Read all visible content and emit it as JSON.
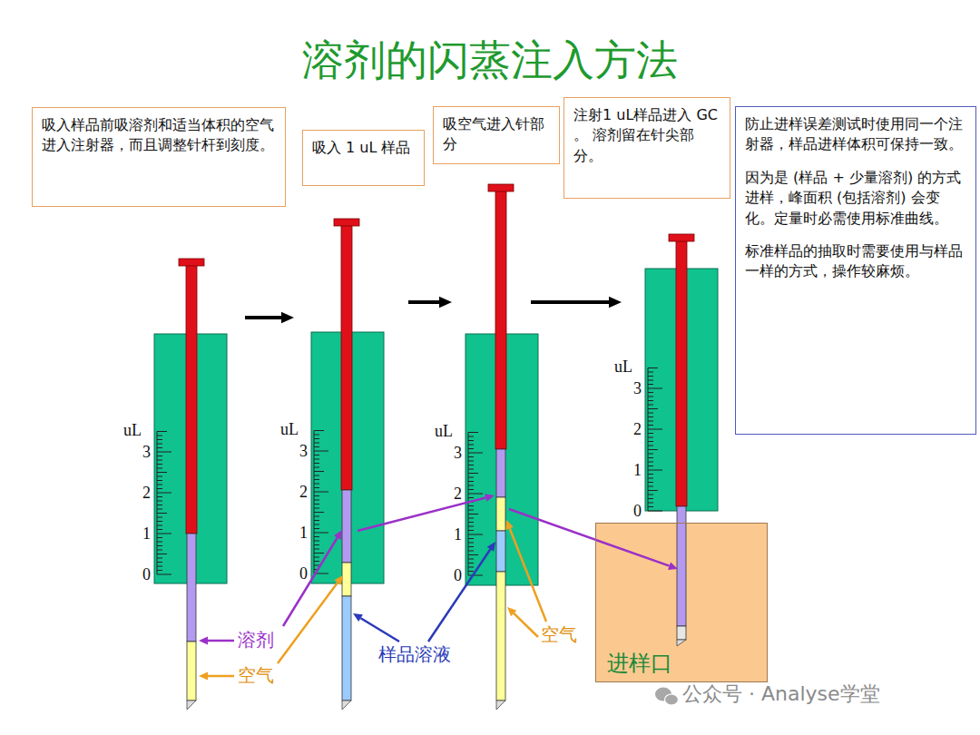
{
  "diagram": {
    "title": "溶剂的闪蒸注入方法",
    "nodes": [
      {
        "text": [
          "吸入样品前吸溶剂和适当体积的空气进入注射器，而且调整针杆到刻度。"
        ]
      },
      {
        "text": [
          "吸入 1 uL 样品"
        ]
      },
      {
        "text": [
          "吸空气进入针部分"
        ]
      },
      {
        "text": [
          "注射1 uL样品进入 GC 。 溶剂留在针尖部分。"
        ]
      },
      {
        "text": [
          "防止进样误差测试时使用同一个注射器，样品进样体积可保持一致。",
          "因为是 (样品 + 少量溶剂) 的方式进样，峰面积 (包括溶剂) 会变化。定量时必需使用标准曲线。",
          "标准样品的抽取时需要使用与样品一样的方式，操作较麻烦。"
        ]
      },
      {
        "text": [
          "进样口"
        ]
      }
    ],
    "labels": [
      "uL",
      "3",
      "2",
      "1",
      "0",
      "uL",
      "3",
      "2",
      "1",
      "0",
      "uL",
      "3",
      "2",
      "1",
      "0",
      "uL",
      "3",
      "2",
      "1",
      "0",
      "溶剂",
      "空气",
      "样品溶液",
      "空气",
      "公众号 · Analyse学堂"
    ]
  }
}
